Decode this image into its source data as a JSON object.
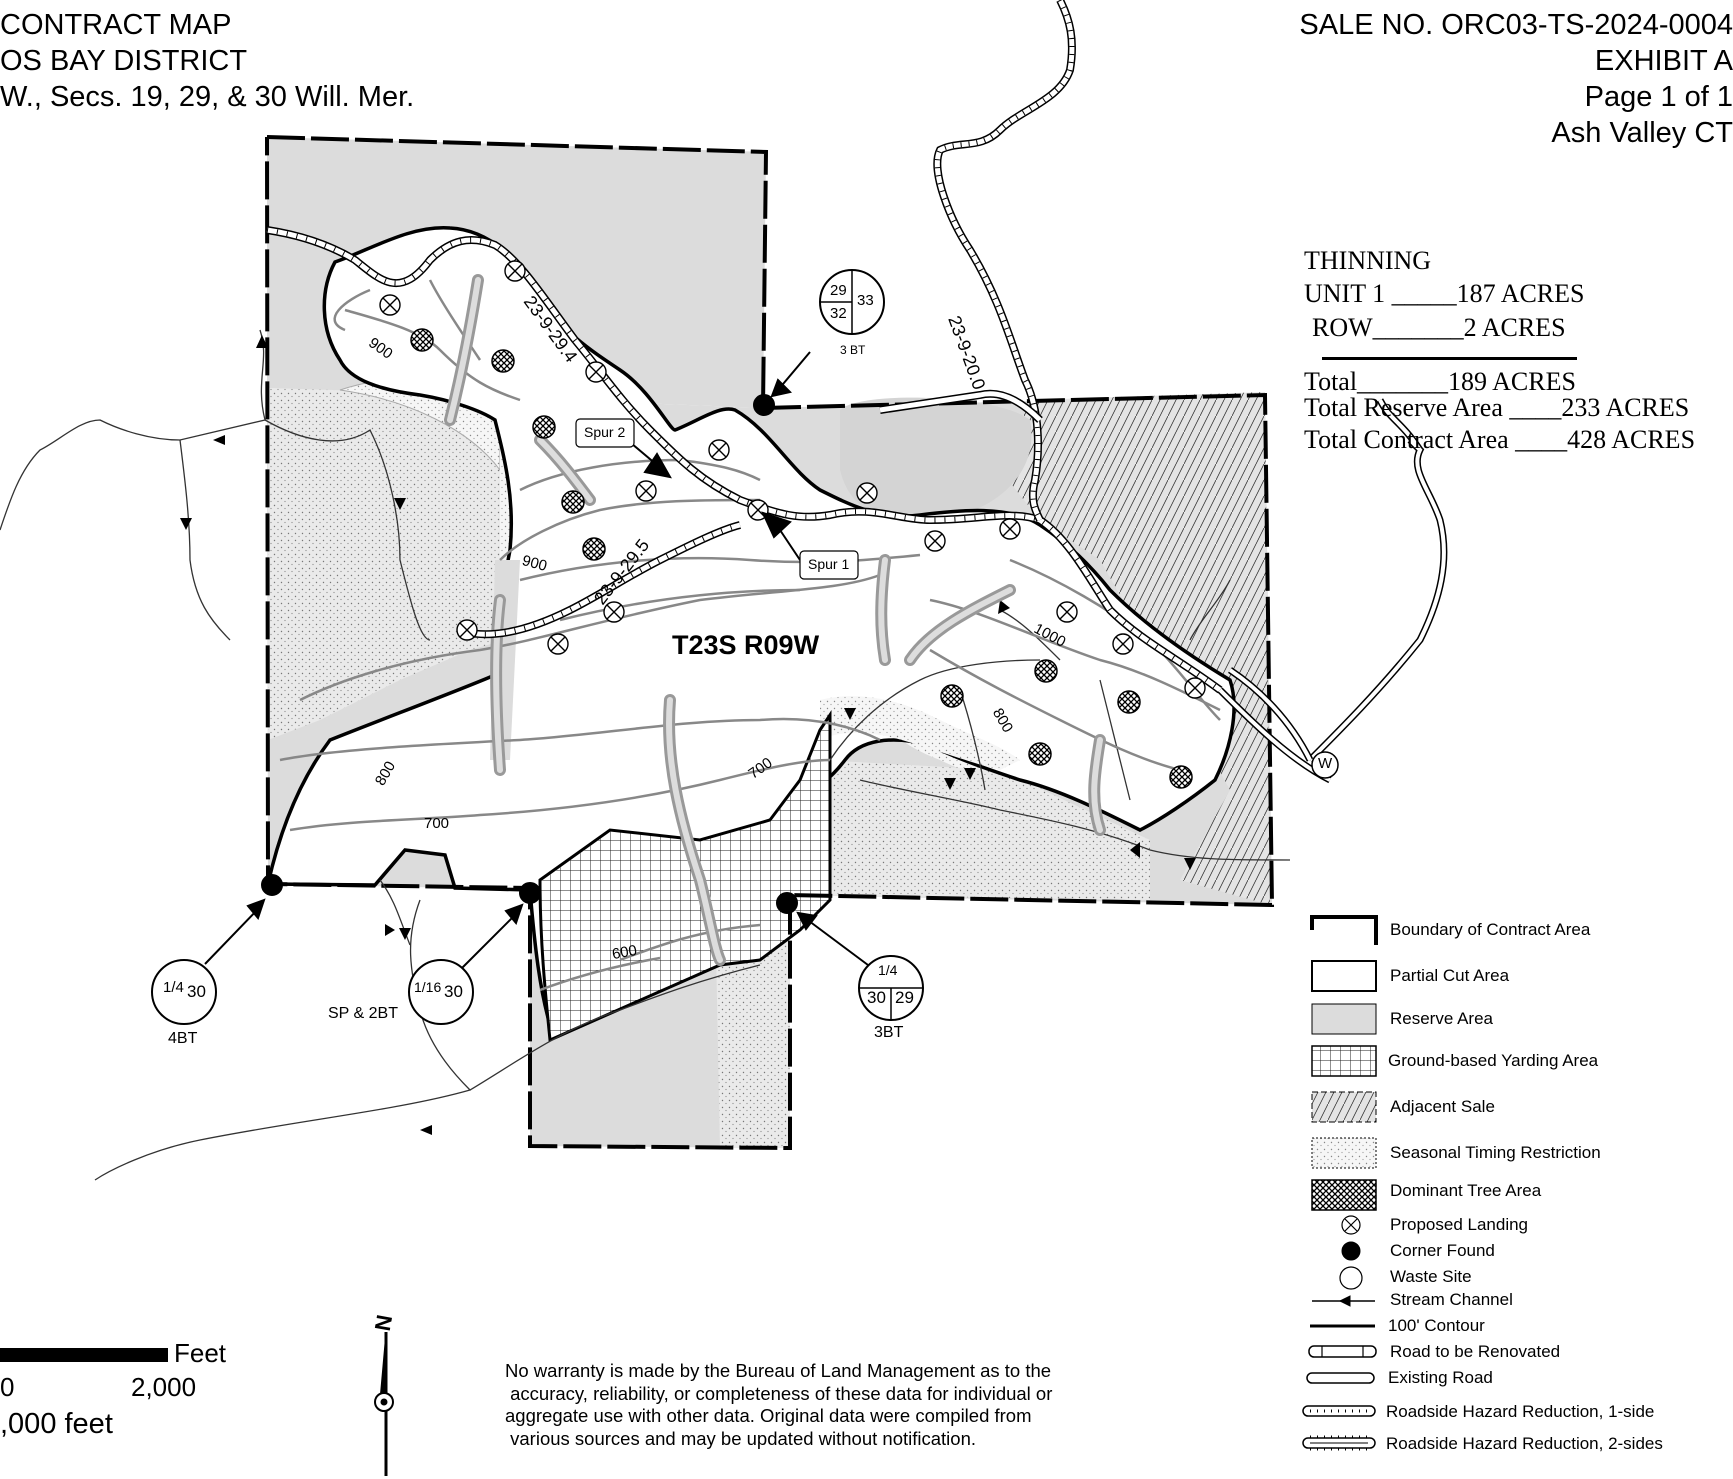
{
  "header_left": {
    "line1": "CONTRACT MAP",
    "line2": "OS BAY DISTRICT",
    "line3": "W., Secs. 19, 29, & 30 Will. Mer."
  },
  "header_right": {
    "sale_no": "SALE NO. ORC03-TS-2024-0004",
    "exhibit": "EXHIBIT A",
    "page": "Page 1 of 1",
    "name": "Ash Valley CT"
  },
  "acreage": {
    "title": "THINNING",
    "unit1": "UNIT 1 _____187 ACRES",
    "row": "ROW_______2 ACRES",
    "total": "Total_______189 ACRES",
    "reserve": "Total Reserve Area ____233 ACRES",
    "contract": "Total Contract Area ____428 ACRES"
  },
  "map_labels": {
    "township": "T23S R09W",
    "road_294": "23-9-29.4",
    "road_295": "23-9-29.5",
    "road_200": "23-9-20.0",
    "spur1": "Spur 1",
    "spur2": "Spur 2",
    "c900a": "900",
    "c900b": "900",
    "c1000": "1000",
    "c800a": "800",
    "c800b": "800",
    "c700a": "700",
    "c700b": "700",
    "c600": "600",
    "corner_ne": {
      "tl": "29",
      "tr": "33",
      "bl": "32",
      "note": "3 BT"
    },
    "corner_sw": {
      "frac": "1/4",
      "num": "30",
      "note": "4BT"
    },
    "corner_s": {
      "frac": "1/16",
      "num": "30",
      "note": "SP & 2BT"
    },
    "corner_se": {
      "top": "1/4",
      "bl": "30",
      "br": "29",
      "note": "3BT"
    },
    "waste": "W"
  },
  "legend": [
    {
      "label": "Boundary of Contract Area",
      "icon": "boundary-symbol"
    },
    {
      "label": "Partial Cut Area",
      "icon": "partial-cut-symbol"
    },
    {
      "label": "Reserve Area",
      "icon": "reserve-symbol"
    },
    {
      "label": "Ground-based  Yarding Area",
      "icon": "grid-symbol"
    },
    {
      "label": "Adjacent Sale",
      "icon": "hatch-symbol"
    },
    {
      "label": "Seasonal Timing Restriction",
      "icon": "stipple-symbol"
    },
    {
      "label": "Dominant Tree Area",
      "icon": "dominant-tree-symbol"
    },
    {
      "label": "Proposed Landing",
      "icon": "landing-icon"
    },
    {
      "label": "Corner Found",
      "icon": "corner-icon"
    },
    {
      "label": "Waste Site",
      "icon": "waste-icon"
    },
    {
      "label": "Stream Channel",
      "icon": "stream-icon"
    },
    {
      "label": "100' Contour",
      "icon": "contour-icon"
    },
    {
      "label": "Road to be Renovated",
      "icon": "renovated-road-icon"
    },
    {
      "label": "Existing Road",
      "icon": "existing-road-icon"
    },
    {
      "label": "Roadside Hazard Reduction, 1-side",
      "icon": "hazard-1-icon"
    },
    {
      "label": "Roadside Hazard Reduction, 2-sides",
      "icon": "hazard-2-icon"
    }
  ],
  "scale": {
    "unit": "Feet",
    "left": "0",
    "right": "2,000",
    "note": ",000 feet"
  },
  "north": "N",
  "disclaimer": "No warranty is made by the Bureau of Land Management as to the\n accuracy, reliability, or completeness of these data for individual or\naggregate use with other data. Original data were compiled from\n various sources and may be updated without notification."
}
